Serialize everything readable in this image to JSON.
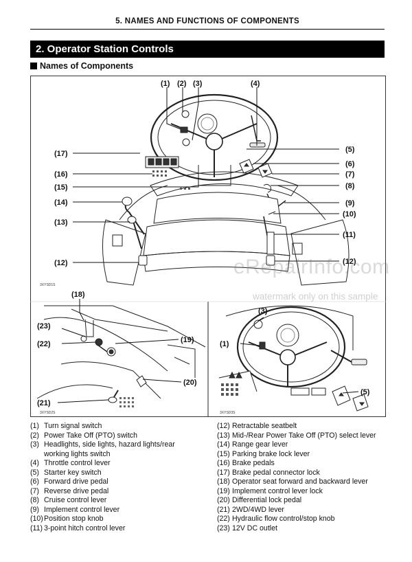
{
  "header": {
    "title": "5. NAMES AND FUNCTIONS OF COMPONENTS"
  },
  "section": {
    "title": "2.   Operator Station Controls"
  },
  "subsection": {
    "title": "Names of Components"
  },
  "figure": {
    "top_callouts": [
      "(1)",
      "(2)",
      "(3)",
      "(4)",
      "(5)",
      "(6)",
      "(7)",
      "(8)",
      "(9)",
      "(10)",
      "(11)",
      "(12)",
      "(13)",
      "(14)",
      "(15)",
      "(16)",
      "(17)",
      "(12)"
    ],
    "bottom_left_callouts": [
      "(18)",
      "(23)",
      "(22)",
      "(19)",
      "(20)",
      "(21)"
    ],
    "bottom_right_callouts": [
      "(3)",
      "(1)",
      "(5)"
    ],
    "image_codes": [
      "3XYSD1S",
      "3XYSD2S",
      "3XYSD3S"
    ]
  },
  "watermark": {
    "site": "eRepairInfo.com",
    "note": "watermark only on this sample"
  },
  "legend": {
    "left": [
      {
        "num": "(1)",
        "text": "Turn signal switch"
      },
      {
        "num": "(2)",
        "text": "Power Take Off (PTO) switch"
      },
      {
        "num": "(3)",
        "text": "Headlights, side lights, hazard lights/rear",
        "cont": "working lights switch"
      },
      {
        "num": "(4)",
        "text": "Throttle control lever"
      },
      {
        "num": "(5)",
        "text": "Starter key switch"
      },
      {
        "num": "(6)",
        "text": "Forward drive pedal"
      },
      {
        "num": "(7)",
        "text": "Reverse drive pedal"
      },
      {
        "num": "(8)",
        "text": "Cruise control lever"
      },
      {
        "num": "(9)",
        "text": "Implement control lever"
      },
      {
        "num": "(10)",
        "text": "Position stop knob"
      },
      {
        "num": "(11)",
        "text": "3-point hitch control lever"
      }
    ],
    "right": [
      {
        "num": "(12)",
        "text": "Retractable seatbelt"
      },
      {
        "num": "(13)",
        "text": "Mid-/Rear Power Take Off (PTO) select lever"
      },
      {
        "num": "(14)",
        "text": "Range gear lever"
      },
      {
        "num": "(15)",
        "text": "Parking brake lock lever"
      },
      {
        "num": "(16)",
        "text": "Brake pedals"
      },
      {
        "num": "(17)",
        "text": "Brake pedal connector lock"
      },
      {
        "num": "(18)",
        "text": "Operator seat forward and backward lever"
      },
      {
        "num": "(19)",
        "text": "Implement control lever lock"
      },
      {
        "num": "(20)",
        "text": "Differential lock pedal"
      },
      {
        "num": "(21)",
        "text": "2WD/4WD lever"
      },
      {
        "num": "(22)",
        "text": "Hydraulic flow control/stop knob"
      },
      {
        "num": "(23)",
        "text": "12V DC outlet"
      }
    ]
  }
}
